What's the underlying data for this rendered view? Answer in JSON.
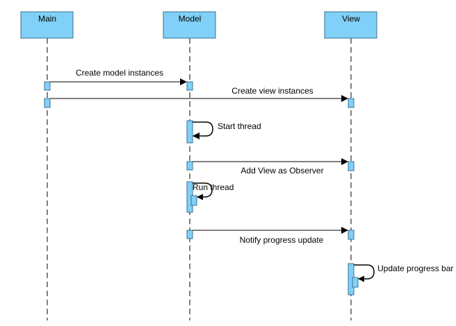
{
  "colors": {
    "box_fill": "#80d0f8",
    "box_stroke": "#3a6f8f",
    "line": "#000000",
    "background": "#ffffff"
  },
  "participants": [
    {
      "id": "main",
      "label": "Main"
    },
    {
      "id": "model",
      "label": "Model"
    },
    {
      "id": "view",
      "label": "View"
    }
  ],
  "messages": [
    {
      "id": "m1",
      "from": "main",
      "to": "model",
      "label": "Create model instances"
    },
    {
      "id": "m2",
      "from": "main",
      "to": "view",
      "label": "Create view instances"
    },
    {
      "id": "m3",
      "from": "model",
      "to": "model",
      "label": "Start thread"
    },
    {
      "id": "m4",
      "from": "model",
      "to": "view",
      "label": "Add View as Observer"
    },
    {
      "id": "m5",
      "from": "model",
      "to": "model",
      "label": "Run thread"
    },
    {
      "id": "m6",
      "from": "model",
      "to": "view",
      "label": "Notify progress update"
    },
    {
      "id": "m7",
      "from": "view",
      "to": "view",
      "label": "Update progress bar"
    }
  ]
}
